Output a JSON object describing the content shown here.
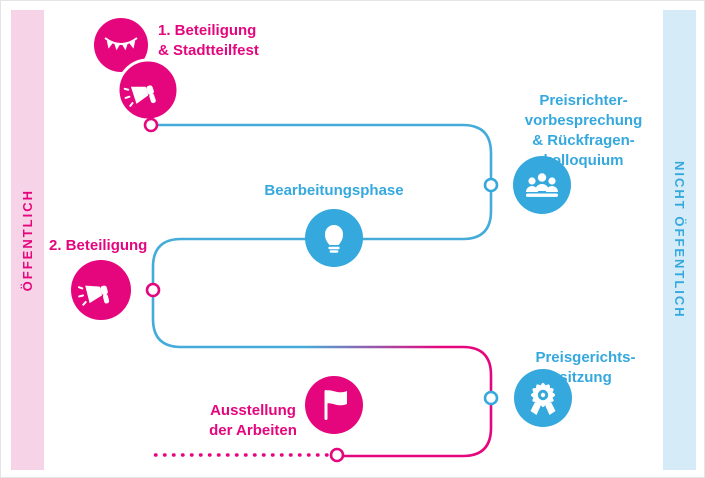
{
  "colors": {
    "pink": "#e5067e",
    "blue": "#35a8dd",
    "teal_line": "#45acd9",
    "pink_bar_bg": "#f7d3e7",
    "blue_bar_bg": "#d5ecf8"
  },
  "sidebar_left": {
    "label": "ÖFFENTLICH"
  },
  "sidebar_right": {
    "label": "NICHT ÖFFENTLICH"
  },
  "labels": {
    "beteiligung1": {
      "lines": [
        "1. Beteiligung",
        "& Stadtteilfest"
      ]
    },
    "preisrichter": {
      "lines": [
        "Preisrichter-",
        "vorbesprechung",
        "& Rückfragen-",
        "kolloquium"
      ]
    },
    "bearbeitungsphase": {
      "lines": [
        "Bearbeitungsphase"
      ]
    },
    "beteiligung2": {
      "lines": [
        "2. Beteiligung"
      ]
    },
    "preisgericht": {
      "lines": [
        "Preisgerichts-",
        "sitzung"
      ]
    },
    "ausstellung": {
      "lines": [
        "Ausstellung",
        "der Arbeiten"
      ]
    }
  },
  "nodes": [
    {
      "id": "beteiligung1-stadtteilfest",
      "icons": [
        "bunting-icon",
        "megaphone-icon"
      ],
      "color": "pink"
    },
    {
      "id": "preisrichtervorbesprechung",
      "icons": [
        "jury-people-icon"
      ],
      "color": "blue"
    },
    {
      "id": "bearbeitungsphase",
      "icons": [
        "lightbulb-icon"
      ],
      "color": "blue"
    },
    {
      "id": "beteiligung2",
      "icons": [
        "megaphone-icon"
      ],
      "color": "pink"
    },
    {
      "id": "preisgerichtssitzung",
      "icons": [
        "award-rosette-icon"
      ],
      "color": "blue"
    },
    {
      "id": "ausstellung-der-arbeiten",
      "icons": [
        "flag-icon"
      ],
      "color": "pink"
    }
  ]
}
